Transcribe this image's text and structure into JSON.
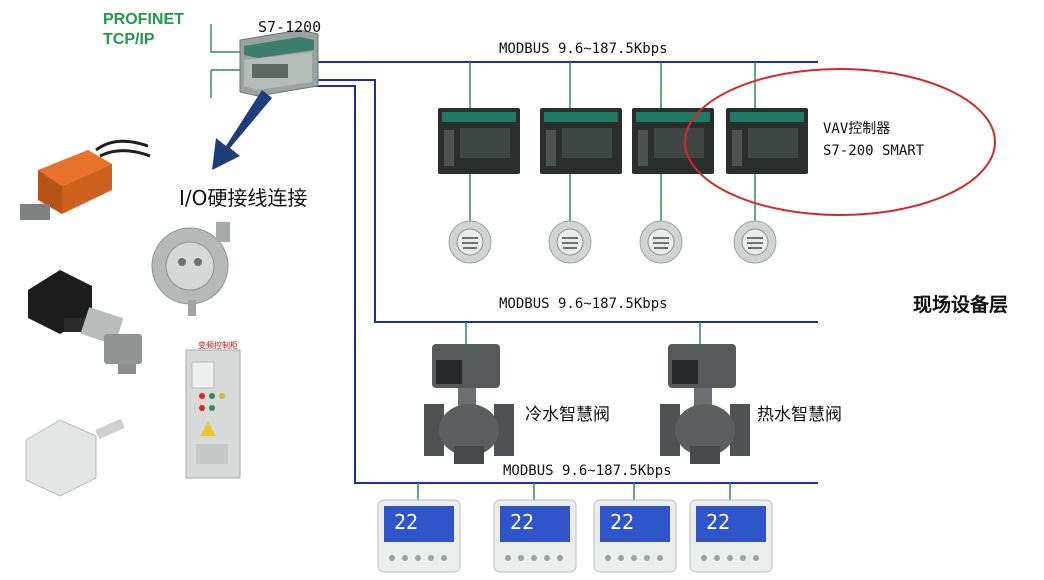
{
  "plc": {
    "label": "S7-1200"
  },
  "network": {
    "label_line1": "PROFINET",
    "label_line2": "TCP/IP"
  },
  "buses": [
    {
      "label": "MODBUS 9.6~187.5Kbps"
    },
    {
      "label": "MODBUS 9.6~187.5Kbps"
    },
    {
      "label": "MODBUS 9.6~187.5Kbps"
    }
  ],
  "vav": {
    "line1": "VAV控制器",
    "line2": "S7-200 SMART"
  },
  "io_label": "I/O硬接线连接",
  "field_layer": "现场设备层",
  "valves": {
    "cold": "冷水智慧阀",
    "hot": "热水智慧阀"
  },
  "cabinet_plate": "变频控制柜",
  "thermostat_reading": "22",
  "colors": {
    "bus": "#1a2fa0",
    "drop": "#2e8b57",
    "arrow": "#1f3d7a",
    "highlight": "#d8262a",
    "network_text": "#1f9a4a"
  }
}
